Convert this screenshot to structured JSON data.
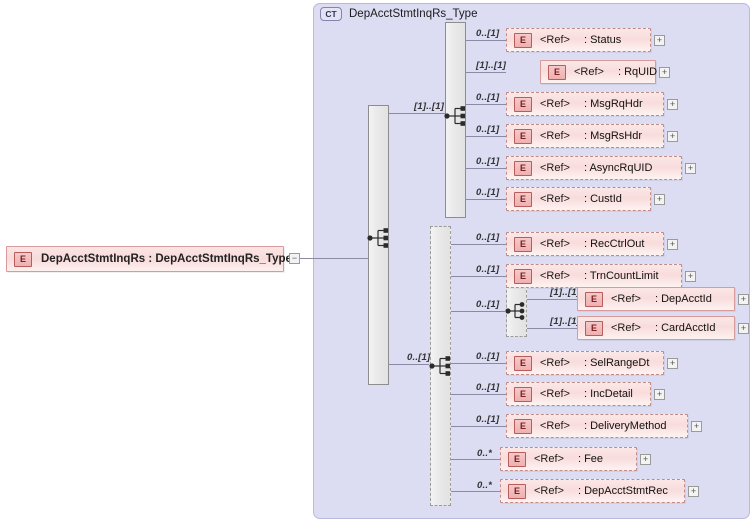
{
  "diagram": {
    "type": "xsd-schema-diagram",
    "root_element": {
      "badge": "E",
      "label": "DepAcctStmtInqRs : DepAcctStmtInqRs_Type",
      "toggle": "−"
    },
    "container": {
      "badge": "CT",
      "title": "DepAcctStmtInqRs_Type"
    },
    "groups": [
      {
        "name": "root-sequence",
        "kind": "sequence",
        "required": true,
        "occurrence": ""
      },
      {
        "name": "header-sequence",
        "kind": "sequence",
        "required": true,
        "occurrence": "[1]..[1]"
      },
      {
        "name": "body-sequence",
        "kind": "sequence",
        "required": false,
        "occurrence": "0..[1]"
      },
      {
        "name": "acctid-choice",
        "kind": "choice",
        "required": false,
        "occurrence": "0..[1]"
      }
    ],
    "elements": [
      {
        "badge": "E",
        "ref": "<Ref>",
        "name": ": Status",
        "occurrence": "0..[1]",
        "required": false,
        "toggle": "+"
      },
      {
        "badge": "E",
        "ref": "<Ref>",
        "name": ": RqUID",
        "occurrence": "[1]..[1]",
        "required": true,
        "toggle": "+"
      },
      {
        "badge": "E",
        "ref": "<Ref>",
        "name": ": MsgRqHdr",
        "occurrence": "0..[1]",
        "required": false,
        "toggle": "+"
      },
      {
        "badge": "E",
        "ref": "<Ref>",
        "name": ": MsgRsHdr",
        "occurrence": "0..[1]",
        "required": false,
        "toggle": "+"
      },
      {
        "badge": "E",
        "ref": "<Ref>",
        "name": ": AsyncRqUID",
        "occurrence": "0..[1]",
        "required": false,
        "toggle": "+"
      },
      {
        "badge": "E",
        "ref": "<Ref>",
        "name": ": CustId",
        "occurrence": "0..[1]",
        "required": false,
        "toggle": "+"
      },
      {
        "badge": "E",
        "ref": "<Ref>",
        "name": ": RecCtrlOut",
        "occurrence": "0..[1]",
        "required": false,
        "toggle": "+"
      },
      {
        "badge": "E",
        "ref": "<Ref>",
        "name": ": TrnCountLimit",
        "occurrence": "0..[1]",
        "required": false,
        "toggle": "+"
      },
      {
        "badge": "E",
        "ref": "<Ref>",
        "name": ": DepAcctId",
        "occurrence": "[1]..[1]",
        "required": true,
        "toggle": "+"
      },
      {
        "badge": "E",
        "ref": "<Ref>",
        "name": ": CardAcctId",
        "occurrence": "[1]..[1]",
        "required": true,
        "toggle": "+"
      },
      {
        "badge": "E",
        "ref": "<Ref>",
        "name": ": SelRangeDt",
        "occurrence": "0..[1]",
        "required": false,
        "toggle": "+"
      },
      {
        "badge": "E",
        "ref": "<Ref>",
        "name": ": IncDetail",
        "occurrence": "0..[1]",
        "required": false,
        "toggle": "+"
      },
      {
        "badge": "E",
        "ref": "<Ref>",
        "name": ": DeliveryMethod",
        "occurrence": "0..[1]",
        "required": false,
        "toggle": "+"
      },
      {
        "badge": "E",
        "ref": "<Ref>",
        "name": ": Fee",
        "occurrence": "0..*",
        "required": false,
        "toggle": "+"
      },
      {
        "badge": "E",
        "ref": "<Ref>",
        "name": ": DepAcctStmtRec",
        "occurrence": "0..*",
        "required": false,
        "toggle": "+"
      }
    ],
    "colors": {
      "element_fill": "#f9dcdc",
      "element_border": "#d79b9b",
      "badge_fill": "#f0bcbc",
      "badge_border": "#b85c5c",
      "container_fill": "#dcdcf2",
      "container_border": "#b9b9dd",
      "group_fill": "#eaeaea",
      "line": "#8a8aa5"
    }
  }
}
